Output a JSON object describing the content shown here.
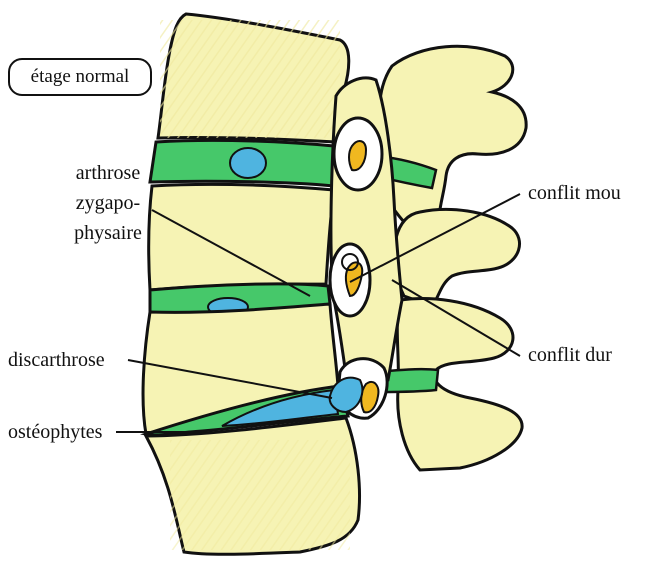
{
  "labels": {
    "normal_level": "étage normal",
    "facet_arthrosis_1": "arthrose",
    "facet_arthrosis_2": "zygapo-",
    "facet_arthrosis_3": "physaire",
    "soft_conflict": "conflit mou",
    "hard_conflict": "conflit dur",
    "discarthrosis": "discarthrose",
    "osteophytes": "ostéophytes"
  },
  "colors": {
    "bone": "#f6f3b4",
    "bone_shadow": "#ece79a",
    "disc": "#46c86a",
    "nucleus": "#4fb4e0",
    "canal": "#ffffff",
    "nerve": "#f0b820",
    "outline": "#111111"
  }
}
